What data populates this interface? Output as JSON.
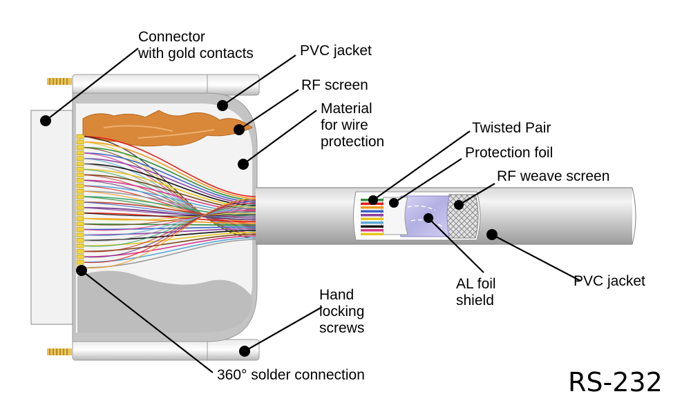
{
  "diagram": {
    "title": "RS-232",
    "labels": {
      "connector": "Connector\nwith gold contacts",
      "pvc_jacket_top": "PVC jacket",
      "rf_screen": "RF screen",
      "material": "Material\nfor wire\nprotection",
      "twisted_pair": "Twisted Pair",
      "protection_foil": "Protection foil",
      "rf_weave_screen": "RF weave screen",
      "al_foil_shield": "AL foil\nshield",
      "pvc_jacket_right": "PVC jacket",
      "hand_locking_screws": "Hand\nlocking\nscrews",
      "solder_connection": "360° solder connection"
    },
    "colors": {
      "jacket_gray": "#c8c8c8",
      "shell_light": "#f0f0f0",
      "rf_screen_copper": "#d9883a",
      "gold_contact": "#f2d43a",
      "al_foil": "#b9b6e6",
      "marker": "#000000"
    },
    "wire_colors": [
      "#e0201b",
      "#f39a1e",
      "#2e8b3a",
      "#3b62c4",
      "#8b3fa0",
      "#111111",
      "#e7c51c",
      "#7a4a1c",
      "#d93a8c",
      "#5aa9d6",
      "#9a9a9a",
      "#37a36b",
      "#c0392b",
      "#6c3483"
    ]
  }
}
